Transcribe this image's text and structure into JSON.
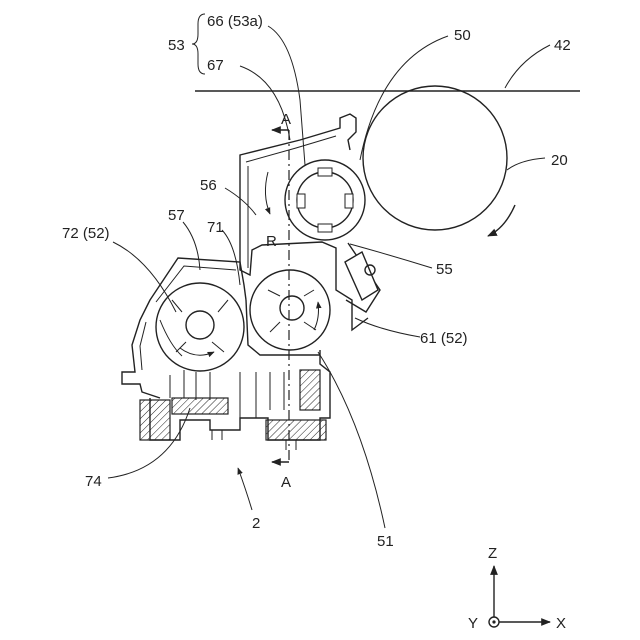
{
  "labels": {
    "l53": "53",
    "l66": "66 (53a)",
    "l67": "67",
    "l50": "50",
    "l42": "42",
    "l20": "20",
    "lA_top": "A",
    "lA_bottom": "A",
    "l56": "56",
    "lR": "R",
    "l57": "57",
    "l71": "71",
    "l72": "72 (52)",
    "l55": "55",
    "l61": "61 (52)",
    "l74": "74",
    "l2": "2",
    "l51": "51",
    "axis_z": "Z",
    "axis_y": "Y",
    "axis_x": "X"
  }
}
